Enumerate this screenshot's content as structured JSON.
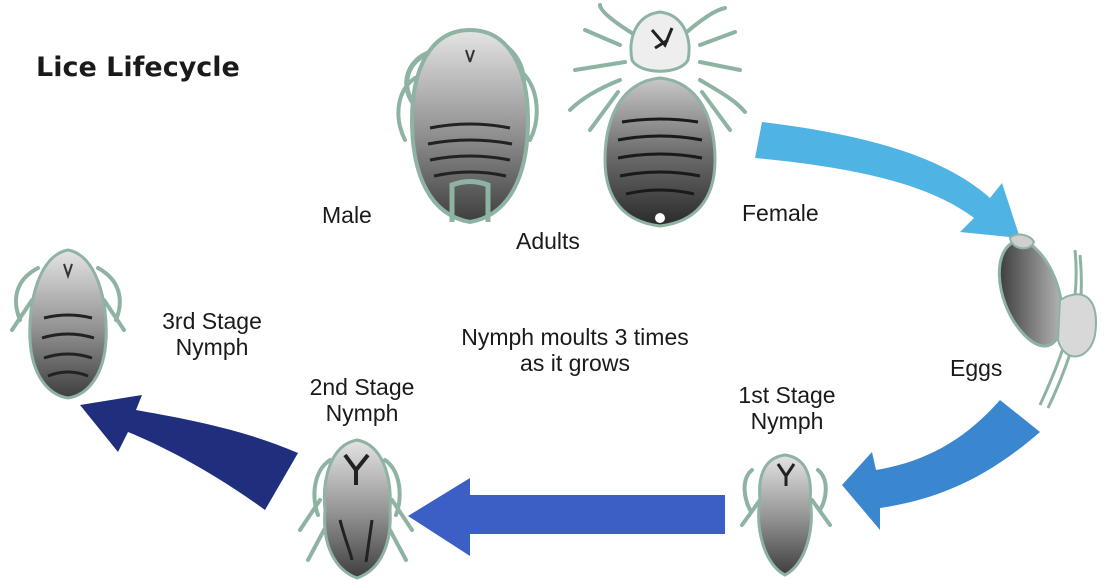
{
  "title": "Lice Lifecycle",
  "labels": {
    "male": "Male",
    "female": "Female",
    "adults": "Adults",
    "eggs": "Eggs",
    "first_stage": [
      "1st Stage",
      "Nymph"
    ],
    "second_stage": [
      "2nd Stage",
      "Nymph"
    ],
    "third_stage": [
      "3rd Stage",
      "Nymph"
    ],
    "moult_note": [
      "Nymph moults 3 times",
      "as it grows"
    ]
  },
  "colors": {
    "arrow_light": "#4fb3e3",
    "arrow_mid": "#3a86cf",
    "arrow_blue": "#3b5fc4",
    "arrow_navy": "#1f2f7e",
    "outline": "#8fb3a3",
    "body_dark": "#444444",
    "body_light": "#dcdcdc"
  }
}
